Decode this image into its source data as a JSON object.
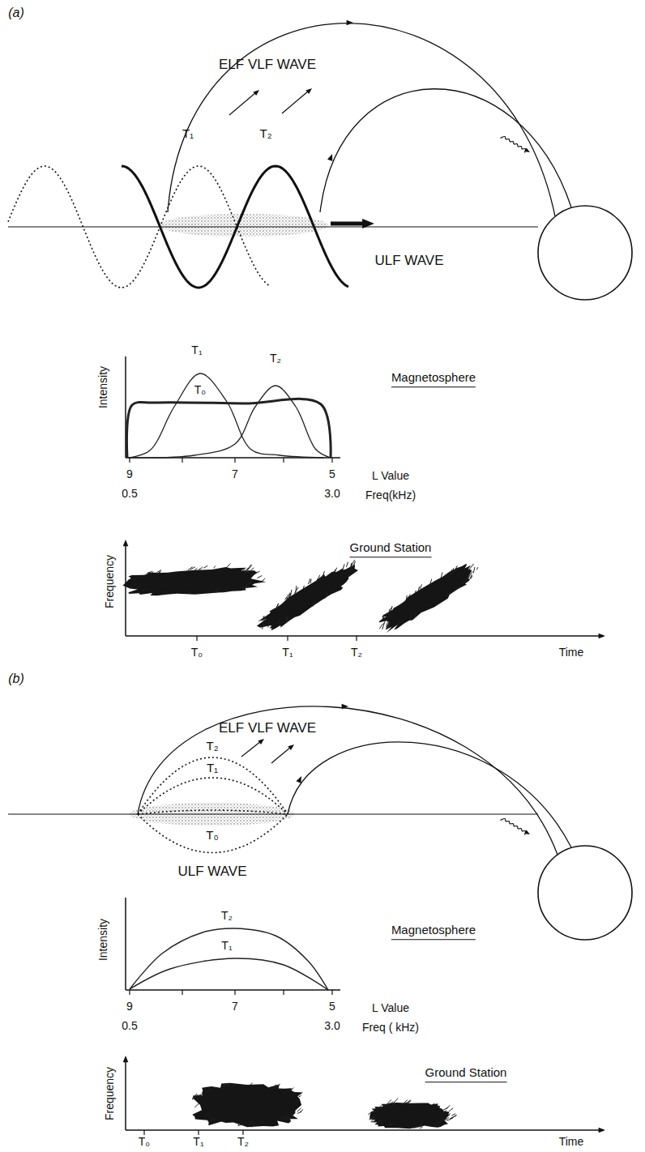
{
  "diagram": {
    "labels": [
      "(a)",
      "ELF VLF WAVE",
      "T₁",
      "T₂",
      "ULF WAVE",
      "Intensity",
      "T₁",
      "T₀",
      "T₂",
      "Magnetosphere",
      "9",
      "7",
      "5",
      "L Value",
      "0.5",
      "3.0",
      "Freq(kHz)",
      "Frequency",
      "Ground Station",
      "T₀",
      "T₁",
      "T₂",
      "Time",
      "(b)",
      "ELF VLF WAVE",
      "T₂",
      "T₁",
      "T₀",
      "ULF WAVE",
      "Intensity",
      "T₂",
      "T₁",
      "Magnetosphere",
      "9",
      "7",
      "5",
      "L Value",
      "0.5",
      "3.0",
      "Freq ( kHz)",
      "Frequency",
      "Ground Station",
      "T₀",
      "T₁",
      "T₂",
      "Time"
    ]
  }
}
